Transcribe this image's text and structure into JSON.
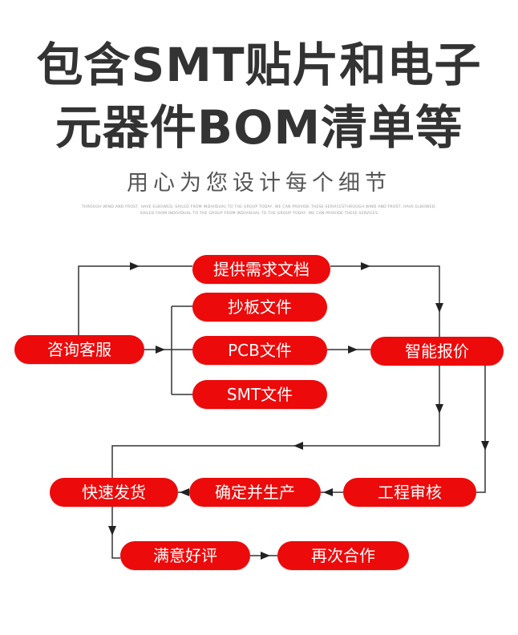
{
  "header": {
    "title_line1": "包含SMT贴片和电子",
    "title_line2": "元器件BOM清单等",
    "subtitle": "用心为您设计每个细节",
    "fine_line1": "THROUGH WIND AND FROST, HAVE ELBOWED, SAILED FROM INDIVIDUAL TO THE GROUP TODAY, WE CAN PROVIDE THESE SERVICESTHROUGH WIND AND FROST, HAVE ELBOWED,",
    "fine_line2": "SAILED FROM INDIVIDUAL TO THE GROUP FROM INDIVIDUAL TO THE GROUP TODAY, WE CAN PROVIDE THESE SERVICES"
  },
  "colors": {
    "node_fill": "#ec0a0a",
    "node_text": "#ffffff",
    "line": "#333333",
    "title": "#333333"
  },
  "flow": {
    "nodes": {
      "consult": "咨询客服",
      "requirements": "提供需求文档",
      "copy_board": "抄板文件",
      "pcb": "PCB文件",
      "smt": "SMT文件",
      "quote": "智能报价",
      "engineering": "工程审核",
      "production": "确定并生产",
      "shipping": "快速发货",
      "review": "满意好评",
      "cooperate": "再次合作"
    },
    "edges": [
      [
        "consult",
        "requirements"
      ],
      [
        "consult",
        "copy_board"
      ],
      [
        "consult",
        "pcb"
      ],
      [
        "consult",
        "smt"
      ],
      [
        "requirements",
        "quote"
      ],
      [
        "pcb",
        "quote"
      ],
      [
        "quote",
        "engineering"
      ],
      [
        "quote",
        "shipping"
      ],
      [
        "engineering",
        "production"
      ],
      [
        "production",
        "shipping"
      ],
      [
        "shipping",
        "review"
      ],
      [
        "review",
        "cooperate"
      ]
    ]
  }
}
